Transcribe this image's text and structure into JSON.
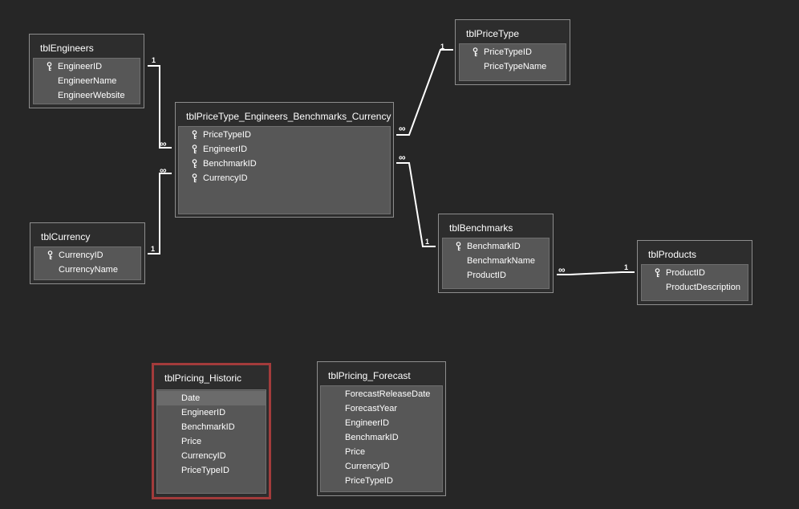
{
  "tables": {
    "engineers": {
      "title": "tblEngineers",
      "fields": [
        "EngineerID",
        "EngineerName",
        "EngineerWebsite"
      ]
    },
    "currency": {
      "title": "tblCurrency",
      "fields": [
        "CurrencyID",
        "CurrencyName"
      ]
    },
    "junction": {
      "title": "tblPriceType_Engineers_Benchmarks_Currency",
      "fields": [
        "PriceTypeID",
        "EngineerID",
        "BenchmarkID",
        "CurrencyID"
      ]
    },
    "pricetype": {
      "title": "tblPriceType",
      "fields": [
        "PriceTypeID",
        "PriceTypeName"
      ]
    },
    "benchmarks": {
      "title": "tblBenchmarks",
      "fields": [
        "BenchmarkID",
        "BenchmarkName",
        "ProductID"
      ]
    },
    "products": {
      "title": "tblProducts",
      "fields": [
        "ProductID",
        "ProductDescription"
      ]
    },
    "historic": {
      "title": "tblPricing_Historic",
      "fields": [
        "Date",
        "EngineerID",
        "BenchmarkID",
        "Price",
        "CurrencyID",
        "PriceTypeID"
      ]
    },
    "forecast": {
      "title": "tblPricing_Forecast",
      "fields": [
        "ForecastReleaseDate",
        "ForecastYear",
        "EngineerID",
        "BenchmarkID",
        "Price",
        "CurrencyID",
        "PriceTypeID"
      ]
    }
  },
  "relationship_labels": {
    "one": "1",
    "many": "∞"
  },
  "colors": {
    "background": "#262626",
    "selected_border": "#a33b3b",
    "field_panel": "#575757"
  }
}
